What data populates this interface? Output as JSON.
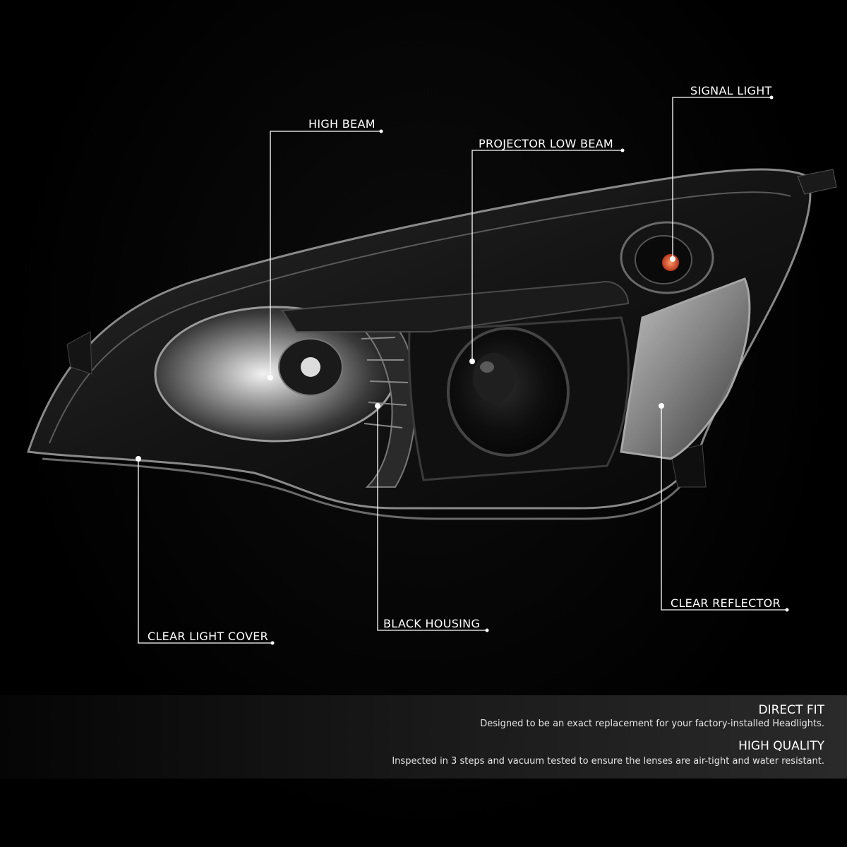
{
  "callouts": {
    "high_beam": "HIGH BEAM",
    "projector_low_beam": "PROJECTOR LOW BEAM",
    "signal_light": "SIGNAL LIGHT",
    "clear_light_cover": "CLEAR LIGHT COVER",
    "black_housing": "BLACK HOUSING",
    "clear_reflector": "CLEAR REFLECTOR"
  },
  "features": [
    {
      "title": "DIRECT FIT",
      "description": "Designed to be an exact replacement for your factory-installed Headlights."
    },
    {
      "title": "HIGH QUALITY",
      "description": "Inspected in 3 steps and vacuum tested to ensure the lenses are air-tight and water resistant."
    }
  ],
  "colors": {
    "background": "#000000",
    "callout_line": "#ffffff",
    "signal_amber": "#e8572a"
  }
}
